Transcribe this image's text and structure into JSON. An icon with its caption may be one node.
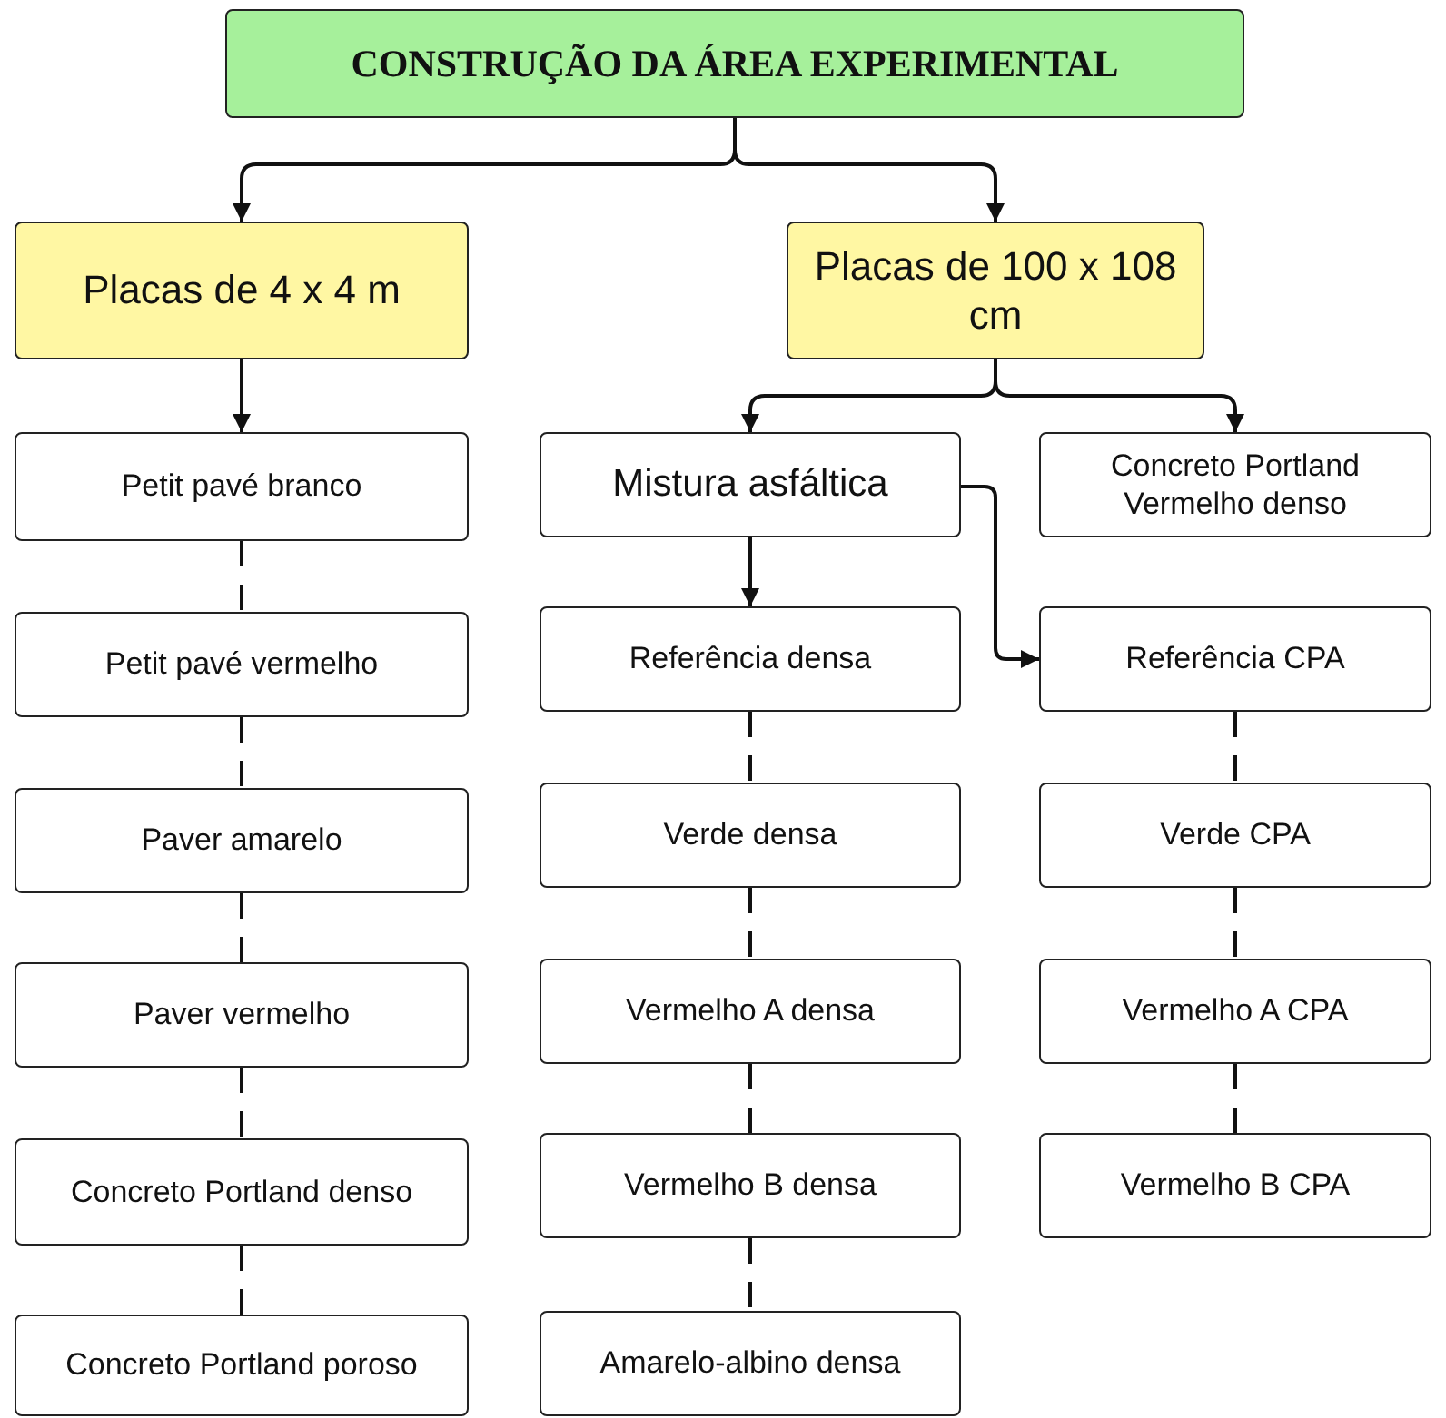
{
  "diagram": {
    "nodes": [
      {
        "text": [
          "CONSTRUÇÃO DA ÁREA EXPERIMENTAL"
        ]
      },
      {
        "text": [
          "Placas de 4 x 4 m"
        ]
      },
      {
        "text": [
          "Placas de 100 x 108 cm"
        ]
      },
      {
        "text": [
          "Petit pavé branco"
        ]
      },
      {
        "text": [
          "Mistura asfáltica"
        ]
      },
      {
        "text": [
          "Concreto Portland Vermelho denso"
        ]
      },
      {
        "text": [
          "Petit pavé vermelho"
        ]
      },
      {
        "text": [
          "Referência densa"
        ]
      },
      {
        "text": [
          "Referência CPA"
        ]
      },
      {
        "text": [
          "Paver amarelo"
        ]
      },
      {
        "text": [
          "Verde densa"
        ]
      },
      {
        "text": [
          "Verde CPA"
        ]
      },
      {
        "text": [
          "Paver vermelho"
        ]
      },
      {
        "text": [
          "Vermelho A densa"
        ]
      },
      {
        "text": [
          "Vermelho A CPA"
        ]
      },
      {
        "text": [
          "Concreto Portland denso"
        ]
      },
      {
        "text": [
          "Vermelho B densa"
        ]
      },
      {
        "text": [
          "Vermelho B CPA"
        ]
      },
      {
        "text": [
          "Concreto Portland poroso"
        ]
      },
      {
        "text": [
          "Amarelo-albino densa"
        ]
      }
    ],
    "edges": [
      {
        "from": 0,
        "to": 1,
        "arrow": "to"
      },
      {
        "from": 0,
        "to": 2,
        "arrow": "to"
      },
      {
        "from": 1,
        "to": 3,
        "arrow": "to"
      },
      {
        "from": 2,
        "to": 4,
        "arrow": "to"
      },
      {
        "from": 2,
        "to": 5,
        "arrow": "to"
      },
      {
        "from": 4,
        "to": 7,
        "arrow": "to"
      },
      {
        "from": 4,
        "to": 8,
        "arrow": "to"
      },
      {
        "from": 3,
        "to": 6,
        "arrow": "none",
        "style": "dashed"
      },
      {
        "from": 6,
        "to": 9,
        "arrow": "none",
        "style": "dashed"
      },
      {
        "from": 9,
        "to": 12,
        "arrow": "none",
        "style": "dashed"
      },
      {
        "from": 12,
        "to": 15,
        "arrow": "none",
        "style": "dashed"
      },
      {
        "from": 15,
        "to": 18,
        "arrow": "none",
        "style": "dashed"
      },
      {
        "from": 7,
        "to": 10,
        "arrow": "none",
        "style": "dashed"
      },
      {
        "from": 10,
        "to": 13,
        "arrow": "none",
        "style": "dashed"
      },
      {
        "from": 13,
        "to": 16,
        "arrow": "none",
        "style": "dashed"
      },
      {
        "from": 16,
        "to": 19,
        "arrow": "none",
        "style": "dashed"
      },
      {
        "from": 8,
        "to": 11,
        "arrow": "none",
        "style": "dashed"
      },
      {
        "from": 11,
        "to": 14,
        "arrow": "none",
        "style": "dashed"
      },
      {
        "from": 14,
        "to": 17,
        "arrow": "none",
        "style": "dashed"
      }
    ]
  }
}
